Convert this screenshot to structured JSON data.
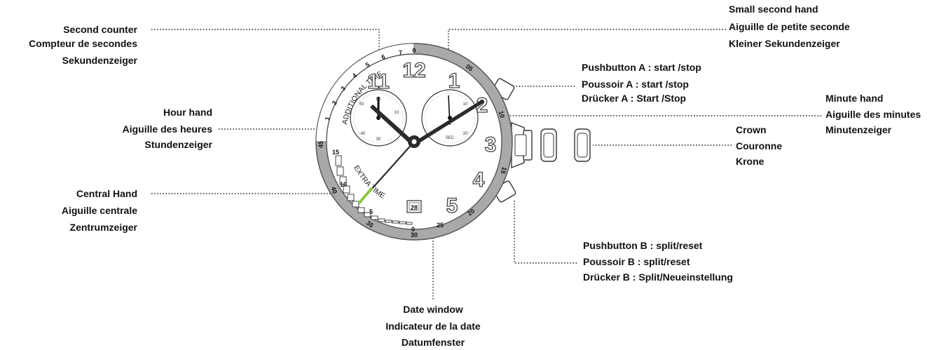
{
  "labels": {
    "second_counter": [
      "Second counter",
      "Compteur de secondes",
      "Sekundenzeiger"
    ],
    "hour_hand": [
      "Hour hand",
      "Aiguille des heures",
      "Stundenzeiger"
    ],
    "central_hand": [
      "Central Hand",
      "Aiguille centrale",
      "Zentrumzeiger"
    ],
    "small_second_hand": [
      "Small second hand",
      "Aiguille de petite seconde",
      "Kleiner Sekundenzeiger"
    ],
    "pushbutton_a": [
      "Pushbutton A : start /stop",
      "Poussoir A : start /stop",
      "Drücker A : Start /Stop"
    ],
    "minute_hand": [
      "Minute hand",
      "Aiguille des minutes",
      "Minutenzeiger"
    ],
    "crown": [
      "Crown",
      "Couronne",
      "Krone"
    ],
    "pushbutton_b": [
      "Pushbutton B : split/reset",
      "Poussoir B : split/reset",
      "Drücker B : Split/Neueinstellung"
    ],
    "date_window": [
      "Date window",
      "Indicateur de la date",
      "Datumfenster"
    ]
  },
  "dial": {
    "hour_numerals": [
      "12",
      "1",
      "2",
      "3",
      "4",
      "5",
      "11"
    ],
    "bezel_numbers": [
      "0",
      "05",
      "10",
      "15",
      "20",
      "25",
      "30",
      "35",
      "40",
      "45"
    ],
    "additional_time_numbers": [
      "1",
      "2",
      "3",
      "4",
      "5",
      "6",
      "7"
    ],
    "additional_time_text": "ADDITIONAL TIME",
    "extra_time_text": "EXTRA TIME",
    "extra_time_scale": [
      "15",
      "10",
      "5",
      "0"
    ],
    "date_value": "28",
    "left_subdial_numbers": [
      "60",
      "10",
      "40",
      "30",
      "50"
    ],
    "right_subdial_numbers": [
      "10",
      "20",
      "SEC"
    ]
  },
  "colors": {
    "text": "#111111",
    "bezel": "#a7a7a7",
    "hand": "#2b2b2b",
    "central_hand_accent": "#8cc63f"
  }
}
